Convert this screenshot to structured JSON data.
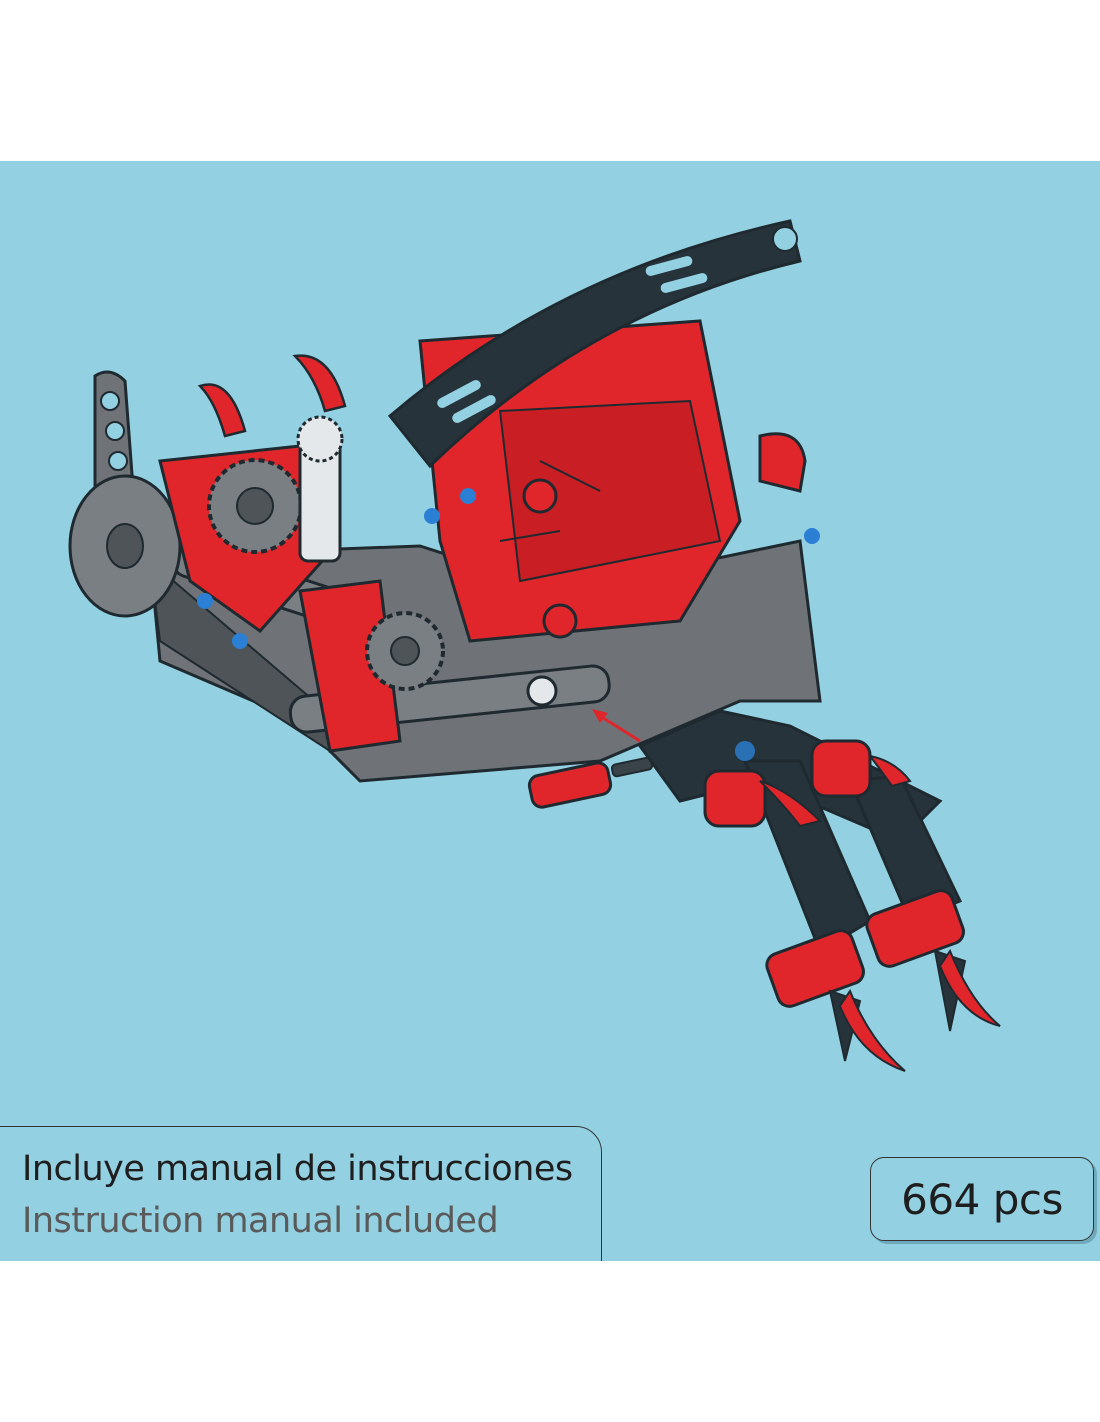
{
  "colors": {
    "background": "#93d1e2",
    "brick_red": "#e0262b",
    "brick_dark": "#26333b",
    "brick_gray": "#6f7377",
    "accent_blue": "#2b7fd4"
  },
  "illustration": {
    "subject": "lego-technic-red-creature-build-step-icon"
  },
  "manual": {
    "line_es": "Incluye manual de instrucciones",
    "line_en": "Instruction manual included"
  },
  "pieces": {
    "count_label": "664 pcs"
  }
}
